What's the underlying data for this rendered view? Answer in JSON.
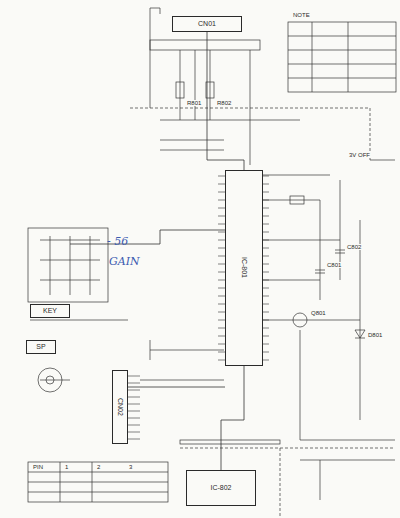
{
  "diagram": {
    "nodes": [
      {
        "text": [
          "IC-801"
        ]
      },
      {
        "text": [
          "CN01"
        ]
      },
      {
        "text": [
          "KEY"
        ]
      },
      {
        "text": [
          "SP"
        ]
      },
      {
        "text": [
          "CN02"
        ]
      },
      {
        "text": [
          "IC-802"
        ]
      }
    ],
    "edges": [
      {
        "from": 1,
        "to": 0,
        "arrow": "none"
      },
      {
        "from": 2,
        "to": 0,
        "arrow": "none"
      },
      {
        "from": 4,
        "to": 0,
        "arrow": "none"
      },
      {
        "from": 0,
        "to": 5,
        "arrow": "none"
      }
    ],
    "labels": [
      "3V OFF",
      "- 56",
      "GAIN",
      "NOTE",
      "R801",
      "C801",
      "R802",
      "C802",
      "Q801",
      "D801",
      "PIN",
      "1",
      "2",
      "3"
    ]
  }
}
